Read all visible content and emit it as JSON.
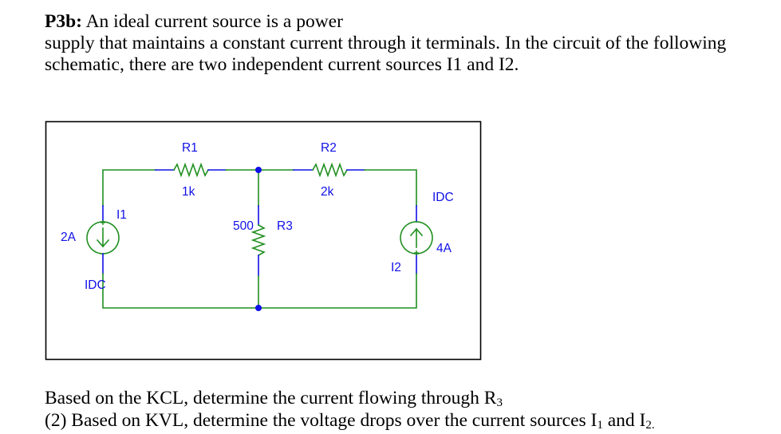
{
  "problem": {
    "label": "P3b:",
    "intro_line1": " An ideal current source is a power",
    "intro_line2": "supply that maintains a constant current through it terminals. In the circuit of the following",
    "intro_line3": "schematic, there are two independent current sources I1 and I2."
  },
  "schematic": {
    "colors": {
      "wire": "#1f8f1f",
      "lead": "#1010e8",
      "label": "#1010e8",
      "node": "#1010e8",
      "frame": "#000000"
    },
    "components": {
      "R1": {
        "name": "R1",
        "value": "1k"
      },
      "R2": {
        "name": "R2",
        "value": "2k"
      },
      "R3": {
        "name": "R3",
        "value": "500"
      },
      "I1": {
        "name": "I1",
        "value": "2A",
        "type": "IDC",
        "direction": "down"
      },
      "I2": {
        "name": "I2",
        "value": "4A",
        "type": "IDC",
        "direction": "up"
      }
    }
  },
  "questions": {
    "q1_text": "Based on the KCL, determine the current flowing through R",
    "q1_sub": "3",
    "q2_prefix": "(2) Based on KVL, determine the voltage drops over the current sources I",
    "q2_sub1": "1",
    "q2_mid": " and I",
    "q2_sub2": "2."
  }
}
